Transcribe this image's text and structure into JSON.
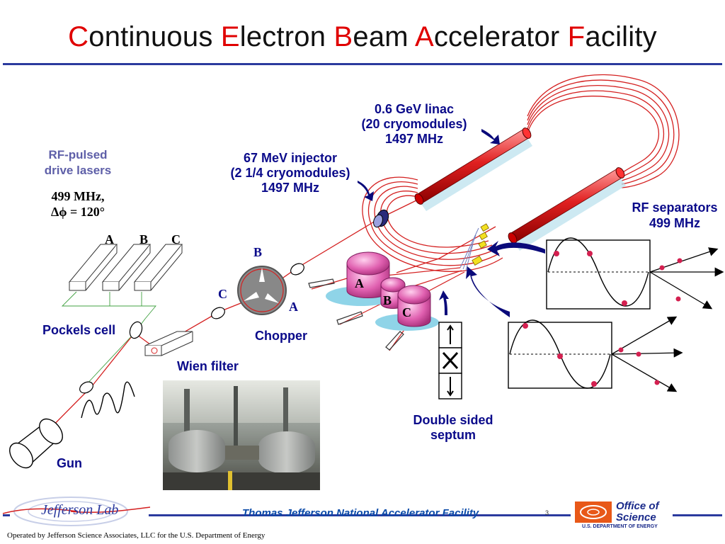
{
  "title": {
    "parts": [
      {
        "cap": "C",
        "rest": "ontinuous "
      },
      {
        "cap": "E",
        "rest": "lectron "
      },
      {
        "cap": "B",
        "rest": "eam "
      },
      {
        "cap": "A",
        "rest": "ccelerator "
      },
      {
        "cap": "F",
        "rest": "acility"
      }
    ]
  },
  "labels": {
    "linac_line1": "0.6 GeV linac",
    "linac_line2": "(20 cryomodules)",
    "linac_line3": "1497 MHz",
    "injector_line1": "67 MeV injector",
    "injector_line2": "(2 1/4 cryomodules)",
    "injector_line3": "1497 MHz",
    "rf_lasers_line1": "RF-pulsed",
    "rf_lasers_line2": "drive lasers",
    "laser_freq": "499 MHz,",
    "laser_phase": "Δϕ = 120°",
    "laser_a": "A",
    "laser_b": "B",
    "laser_c": "C",
    "pockels": "Pockels cell",
    "chopper": "Chopper",
    "chopper_a": "A",
    "chopper_b": "B",
    "chopper_c": "C",
    "wien": "Wien filter",
    "gun": "Gun",
    "rf_sep_line1": "RF separators",
    "rf_sep_line2": "499 MHz",
    "septum_line1": "Double sided",
    "septum_line2": "septum",
    "hall_a": "A",
    "hall_b": "B",
    "hall_c": "C"
  },
  "footer": {
    "lab_logo": "Jefferson Lab",
    "facility": "Thomas Jefferson National Accelerator Facility",
    "page": "3",
    "office_line1": "Office of",
    "office_line2": "Science",
    "office_line3": "U.S. DEPARTMENT OF ENERGY",
    "operated": "Operated by Jefferson Science Associates, LLC  for the U.S. Department of Energy"
  },
  "colors": {
    "accent_red": "#e00000",
    "rule_blue": "#2b3a9e",
    "label_navy": "#0a0a8a",
    "beam_red": "#d42020",
    "hall_pink": "#e060b0"
  }
}
